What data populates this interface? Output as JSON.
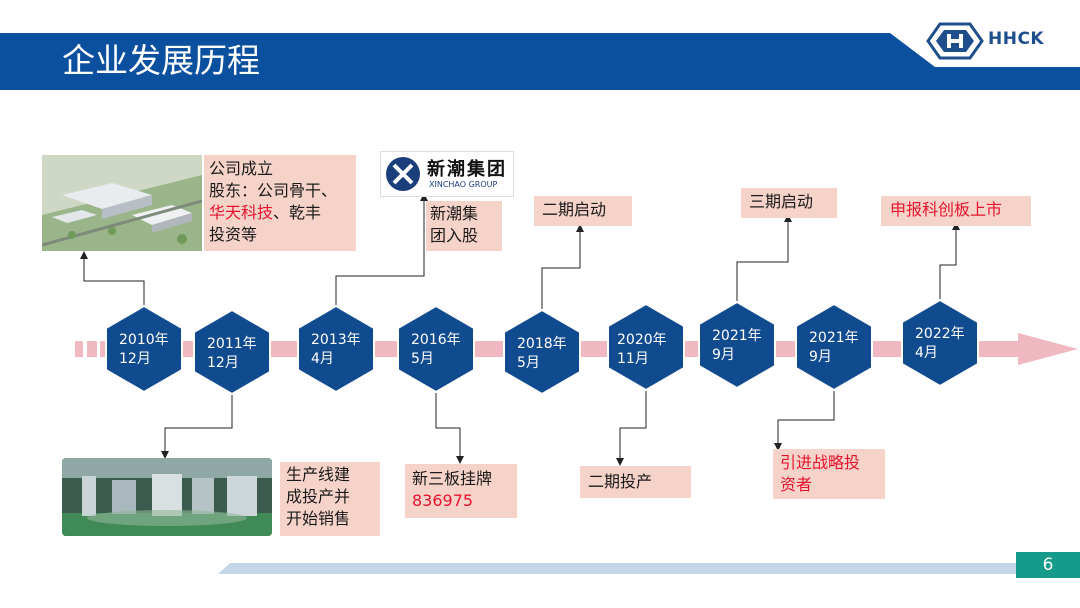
{
  "header": {
    "title": "企业发展历程",
    "logo_text": "HHCK"
  },
  "milestones": [
    {
      "date": "2010年\n12月"
    },
    {
      "date": "2011年\n12月"
    },
    {
      "date": "2013年\n4月"
    },
    {
      "date": "2016年\n5月"
    },
    {
      "date": "2018年\n5月"
    },
    {
      "date": "2020年\n11月"
    },
    {
      "date": "2021年\n9月"
    },
    {
      "date": "2021年\n9月"
    },
    {
      "date": "2022年\n4月"
    }
  ],
  "events": {
    "e2010_l1": "公司成立",
    "e2010_l2": "股东：公司骨干、",
    "e2010_l3_red": "华天科技",
    "e2010_l3_rest": "、乾丰",
    "e2010_l4": "投资等",
    "xinchao_logo_cn": "新潮集团",
    "xinchao_logo_en": "XINCHAO GROUP",
    "e2013_l1": "新潮集",
    "e2013_l2": "团入股",
    "e2018": "二期启动",
    "e2021a": "三期启动",
    "e2022": "申报科创板上市",
    "e2011_l1": "生产线建",
    "e2011_l2": "成投产并",
    "e2011_l3": "开始销售",
    "e2016_l1": "新三板挂牌",
    "e2016_code": "836975",
    "e2020": "二期投产",
    "e2021b_l1": "引进战略投",
    "e2021b_l2": "资者"
  },
  "footer": {
    "page_number": "6"
  },
  "colors": {
    "title_blue": "#0b4f9f",
    "hex_blue": "#114b8f",
    "arrow_pink": "#f0b8c0",
    "accent_red": "#e8132d",
    "box_fill": "#f6d3c9",
    "page_teal": "#159a8c"
  }
}
